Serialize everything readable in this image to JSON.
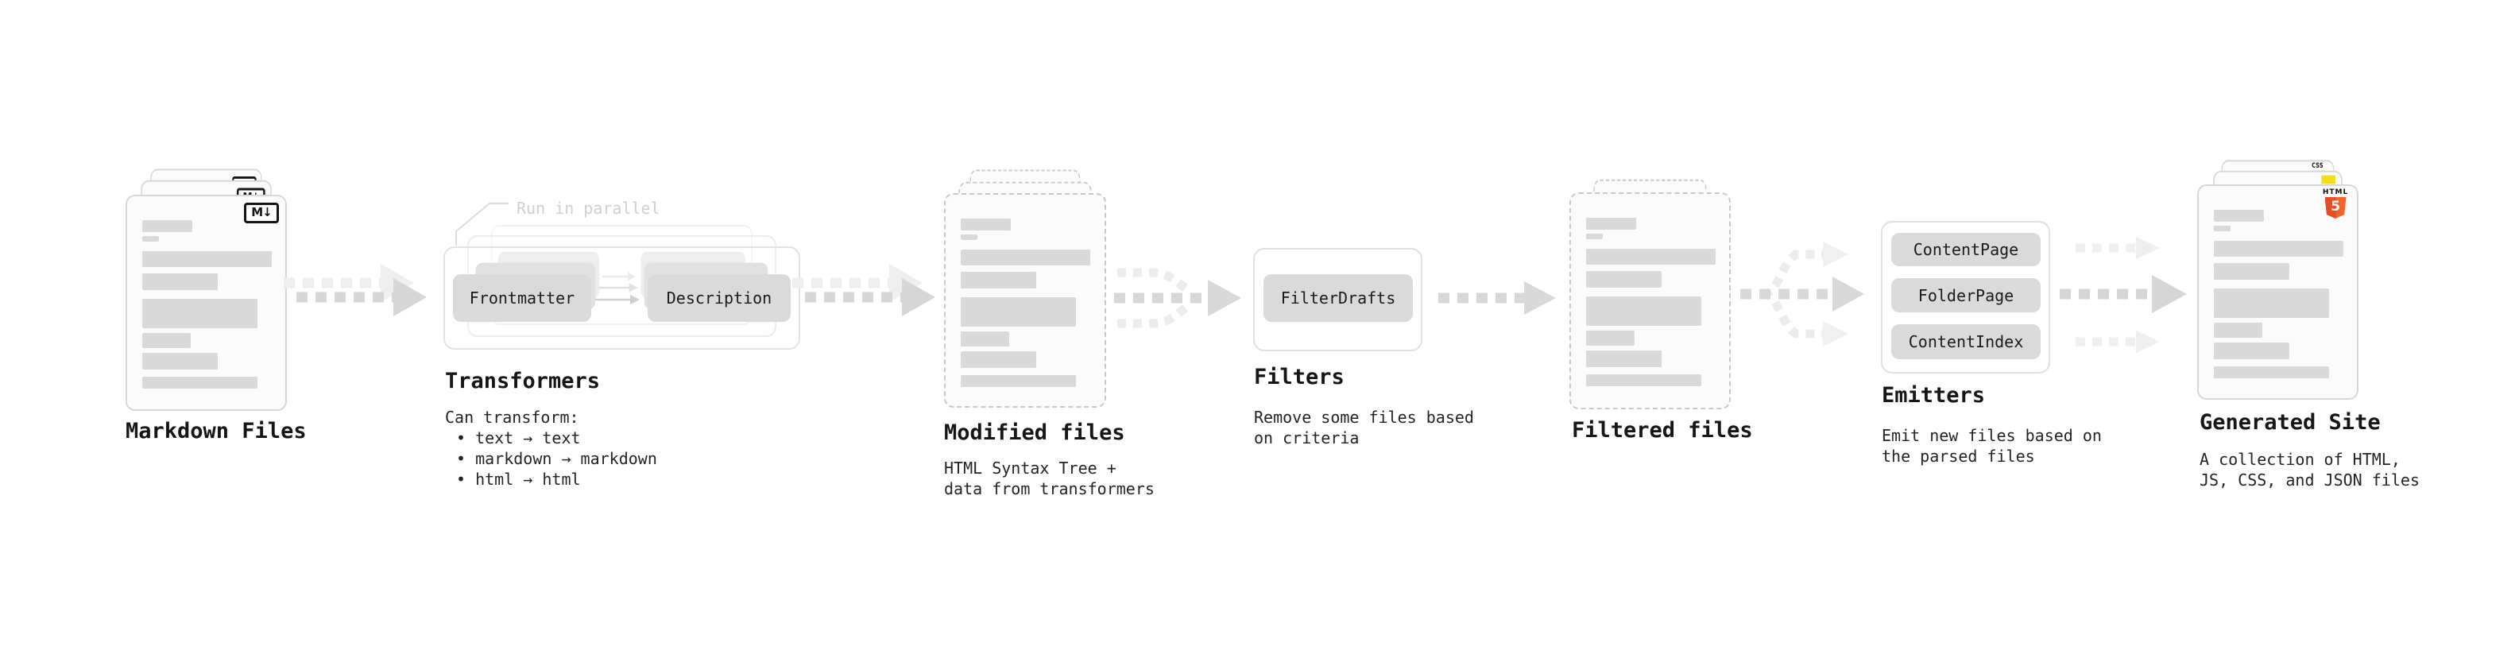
{
  "stations": {
    "markdown": {
      "label": "Markdown Files"
    },
    "transformers": {
      "label": "Transformers",
      "note": "Run in parallel",
      "nodes": [
        "Frontmatter",
        "Description"
      ],
      "desc_title": "Can transform:",
      "bullets": [
        "• text → text",
        "• markdown → markdown",
        "• html → html"
      ]
    },
    "modified": {
      "label": "Modified files",
      "desc": [
        "HTML Syntax Tree +",
        "data from transformers"
      ]
    },
    "filters": {
      "label": "Filters",
      "nodes": [
        "FilterDrafts"
      ],
      "desc": [
        "Remove some files based",
        "on criteria"
      ]
    },
    "filtered": {
      "label": "Filtered files"
    },
    "emitters": {
      "label": "Emitters",
      "nodes": [
        "ContentPage",
        "FolderPage",
        "ContentIndex"
      ],
      "desc": [
        "Emit new files based on",
        "the parsed files"
      ]
    },
    "generated": {
      "label": "Generated Site",
      "desc": [
        "A collection of HTML,",
        "JS, CSS, and JSON files"
      ]
    }
  },
  "badges": {
    "markdown": "M↓",
    "html5_label": "HTML",
    "html5_number": "5",
    "css_label": "CSS"
  },
  "colors": {
    "html5_orange": "#e44d26",
    "js_yellow": "#f5de19",
    "css_blue": "#2f6df2",
    "card_border": "#d7d7d7",
    "dashed_border": "#c8c8c8",
    "bar_fill": "#d9d9d9",
    "chip_fill": "#dadada",
    "arrow_dark": "#d6d6d6",
    "arrow_light": "#efefef",
    "note_text": "#cfcfcf"
  }
}
